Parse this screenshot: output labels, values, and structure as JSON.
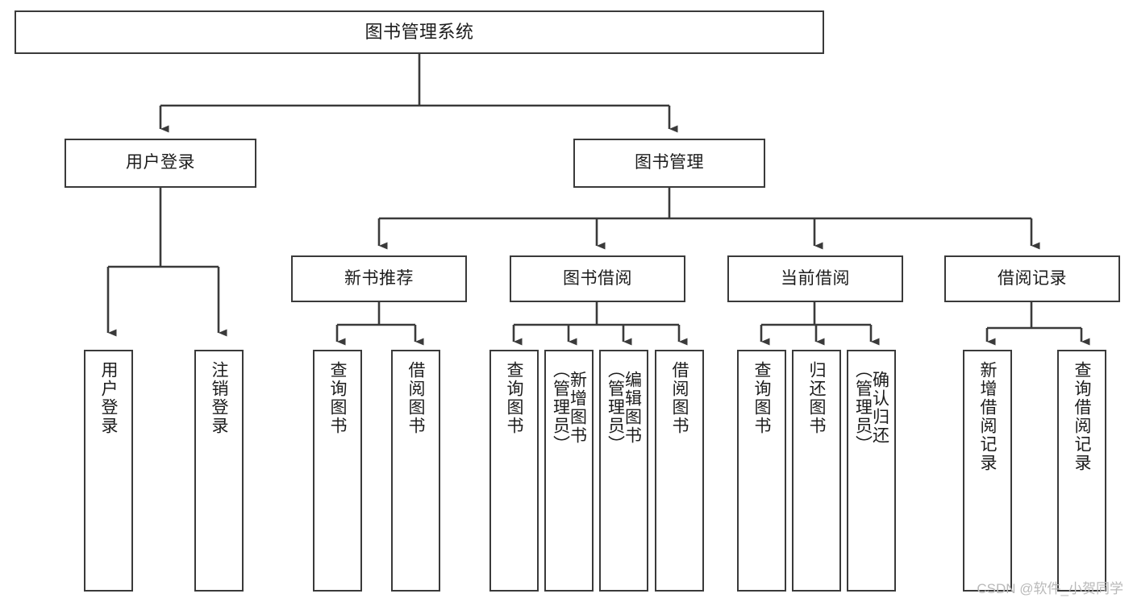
{
  "diagram": {
    "title": "图书管理系统",
    "type": "tree-hierarchy-functional-decomposition",
    "stroke_color": "#3a3a3a",
    "fill_color": "#ffffff",
    "text_color": "#1c1c1c",
    "levels": {
      "root": {
        "label": "图书管理系统"
      },
      "level2": [
        {
          "id": "user-login",
          "label": "用户登录"
        },
        {
          "id": "book-management",
          "label": "图书管理"
        }
      ],
      "level3": [
        {
          "id": "new-book-recommend",
          "label": "新书推荐"
        },
        {
          "id": "book-borrow",
          "label": "图书借阅"
        },
        {
          "id": "current-borrow",
          "label": "当前借阅"
        },
        {
          "id": "borrow-record",
          "label": "借阅记录"
        }
      ],
      "leaves": {
        "user_login": [
          {
            "id": "leaf-user-login",
            "label": "用户登录"
          },
          {
            "id": "leaf-logout-login",
            "label": "注销登录"
          }
        ],
        "new_book_recommend": [
          {
            "id": "leaf-query-book-1",
            "label": "查询图书"
          },
          {
            "id": "leaf-borrow-book-1",
            "label": "借阅图书"
          }
        ],
        "book_borrow": [
          {
            "id": "leaf-query-book-2",
            "label": "查询图书"
          },
          {
            "id": "leaf-add-book",
            "label": "新增图书\n（管理员）"
          },
          {
            "id": "leaf-edit-book",
            "label": "编辑图书\n（管理员）"
          },
          {
            "id": "leaf-borrow-book-2",
            "label": "借阅图书"
          }
        ],
        "current_borrow": [
          {
            "id": "leaf-query-book-3",
            "label": "查询图书"
          },
          {
            "id": "leaf-return-book",
            "label": "归还图书"
          },
          {
            "id": "leaf-confirm-return",
            "label": "确认归还\n（管理员）"
          }
        ],
        "borrow_record": [
          {
            "id": "leaf-add-record",
            "label": "新增借阅记录"
          },
          {
            "id": "leaf-query-record",
            "label": "查询借阅记录"
          }
        ]
      }
    }
  },
  "watermark": {
    "text": "CSDN @软件_小贺同学"
  }
}
